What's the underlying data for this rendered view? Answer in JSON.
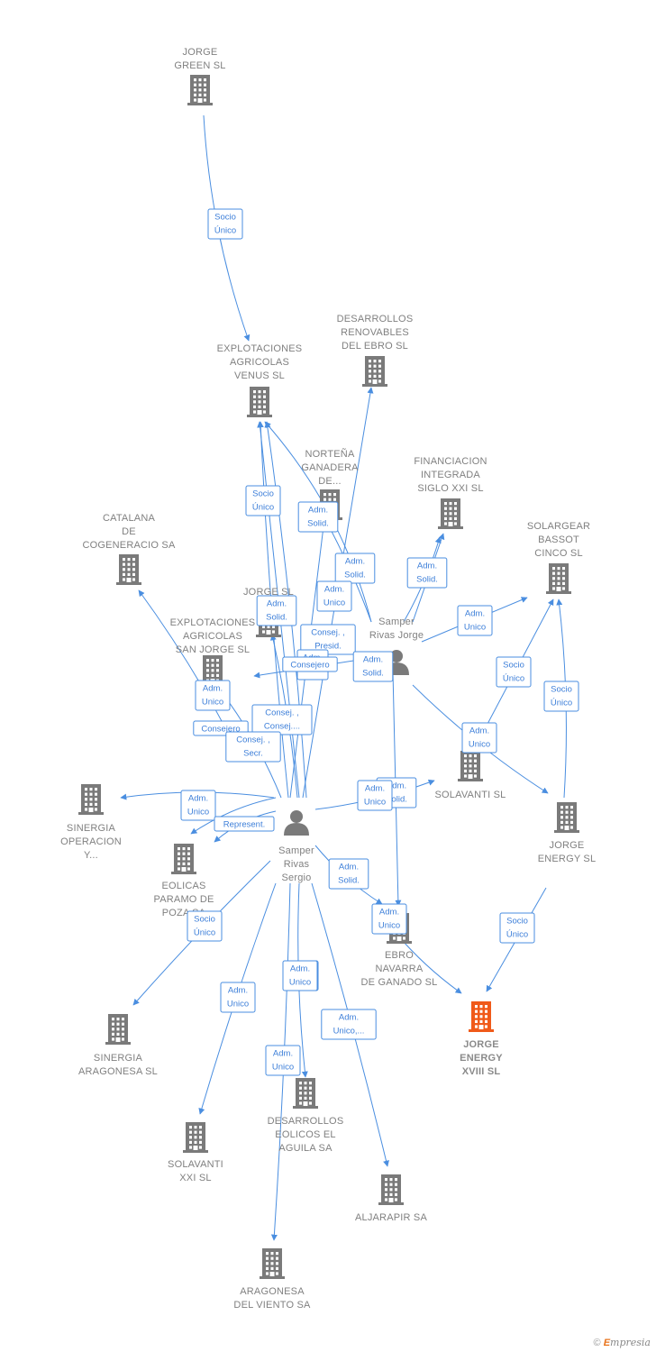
{
  "colors": {
    "edge": "#4a8ee0",
    "node": "#7a7a7a",
    "focus": "#f05a1a"
  },
  "nodes": [
    {
      "id": "jorge_green",
      "type": "company",
      "lines": [
        "JORGE",
        "GREEN  SL"
      ]
    },
    {
      "id": "explot_venus",
      "type": "company",
      "lines": [
        "EXPLOTACIONES",
        "AGRICOLAS",
        "VENUS  SL"
      ]
    },
    {
      "id": "desarrollos_ebro",
      "type": "company",
      "lines": [
        "DESARROLLOS",
        "RENOVABLES",
        "DEL EBRO SL"
      ]
    },
    {
      "id": "nortena",
      "type": "company",
      "lines": [
        "NORTEÑA",
        "GANADERA",
        "DE..."
      ]
    },
    {
      "id": "financiacion",
      "type": "company",
      "lines": [
        "FINANCIACION",
        "INTEGRADA",
        "SIGLO XXI  SL"
      ]
    },
    {
      "id": "catalana",
      "type": "company",
      "lines": [
        "CATALANA",
        "DE",
        "COGENERACIO SA"
      ]
    },
    {
      "id": "solargear",
      "type": "company",
      "lines": [
        "SOLARGEAR",
        "BASSOT",
        "CINCO SL"
      ]
    },
    {
      "id": "jorge_sl",
      "type": "company",
      "lines": [
        "JORGE SL"
      ]
    },
    {
      "id": "explot_sanjorge",
      "type": "company",
      "lines": [
        "EXPLOTACIONES",
        "AGRICOLAS",
        "SAN JORGE SL"
      ]
    },
    {
      "id": "samper_jorge",
      "type": "person",
      "lines": [
        "Samper",
        "Rivas Jorge"
      ]
    },
    {
      "id": "solavanti_sl",
      "type": "company",
      "lines": [
        "SOLAVANTI SL"
      ]
    },
    {
      "id": "sinergia_op",
      "type": "company",
      "lines": [
        "SINERGIA",
        "OPERACION",
        "Y..."
      ]
    },
    {
      "id": "samper_sergio",
      "type": "person",
      "lines": [
        "Samper",
        "Rivas",
        "Sergio"
      ]
    },
    {
      "id": "eolicas",
      "type": "company",
      "lines": [
        "EOLICAS",
        "PARAMO DE",
        "POZA SA"
      ]
    },
    {
      "id": "jorge_energy",
      "type": "company",
      "lines": [
        "JORGE",
        "ENERGY SL"
      ]
    },
    {
      "id": "ebro_navarra",
      "type": "company",
      "lines": [
        "EBRO",
        "NAVARRA",
        "DE GANADO SL"
      ]
    },
    {
      "id": "jorge_energy_xviii",
      "type": "focus",
      "lines": [
        "JORGE",
        "ENERGY",
        "XVIII  SL"
      ]
    },
    {
      "id": "sinergia_arag",
      "type": "company",
      "lines": [
        "SINERGIA",
        "ARAGONESA SL"
      ]
    },
    {
      "id": "desarrollos_aguila",
      "type": "company",
      "lines": [
        "DESARROLLOS",
        "EOLICOS EL",
        "AGUILA SA"
      ]
    },
    {
      "id": "solavanti_xxi",
      "type": "company",
      "lines": [
        "SOLAVANTI",
        "XXI SL"
      ]
    },
    {
      "id": "aljarapir",
      "type": "company",
      "lines": [
        "ALJARAPIR SA"
      ]
    },
    {
      "id": "aragonesa_viento",
      "type": "company",
      "lines": [
        "ARAGONESA",
        "DEL VIENTO SA"
      ]
    }
  ],
  "edge_labels": [
    {
      "id": "e_green_venus",
      "lines": [
        "Socio",
        "Único"
      ]
    },
    {
      "id": "e_socio_unico_mid",
      "lines": [
        "Socio",
        "Único"
      ]
    },
    {
      "id": "e_adm_solid_nortena",
      "lines": [
        "Adm.",
        "Solid."
      ]
    },
    {
      "id": "e_adm_solid_desarrollos",
      "lines": [
        "Adm.",
        "Solid."
      ]
    },
    {
      "id": "e_adm_solid_financ",
      "lines": [
        "Adm.",
        "Solid."
      ]
    },
    {
      "id": "e_adm_unico_solargear",
      "lines": [
        "Adm.",
        "Unico"
      ]
    },
    {
      "id": "e_adm_unico_center",
      "lines": [
        "Adm.",
        "Unico"
      ]
    },
    {
      "id": "e_adm_solid_jorgesl",
      "lines": [
        "Adm.",
        "Solid."
      ]
    },
    {
      "id": "e_consej_presid",
      "lines": [
        "Consej. ,",
        "Presid."
      ]
    },
    {
      "id": "e_adm_hidden",
      "lines": [
        "Adm.",
        ""
      ]
    },
    {
      "id": "e_consejero_1",
      "lines": [
        "Consejero"
      ]
    },
    {
      "id": "e_adm_solid_jorge",
      "lines": [
        "Adm.",
        "Solid."
      ]
    },
    {
      "id": "e_adm_unico_sanjorge",
      "lines": [
        "Adm.",
        "Unico"
      ]
    },
    {
      "id": "e_consej_consej",
      "lines": [
        "Consej. ,",
        "Consej...."
      ]
    },
    {
      "id": "e_consejero_2",
      "lines": [
        "Consejero"
      ]
    },
    {
      "id": "e_consej_secr",
      "lines": [
        "Consej. ,",
        "Secr."
      ]
    },
    {
      "id": "e_socio_unico_solargear1",
      "lines": [
        "Socio",
        "Único"
      ]
    },
    {
      "id": "e_socio_unico_solargear2",
      "lines": [
        "Socio",
        "Único"
      ]
    },
    {
      "id": "e_adm_unico_solavanti",
      "lines": [
        "Adm.",
        "Unico"
      ]
    },
    {
      "id": "e_socio_unico_energy",
      "lines": [
        "Socio",
        "Único"
      ]
    },
    {
      "id": "e_adm_solid_solavanti",
      "lines": [
        "Adm.",
        "Solid."
      ]
    },
    {
      "id": "e_adm_unico_solavanti2",
      "lines": [
        "Adm.",
        "Unico"
      ]
    },
    {
      "id": "e_adm_unico_sinergia",
      "lines": [
        "Adm.",
        "Unico"
      ]
    },
    {
      "id": "e_represent",
      "lines": [
        "Represent."
      ]
    },
    {
      "id": "e_adm_solid_ebro",
      "lines": [
        "Adm.",
        "Solid."
      ]
    },
    {
      "id": "e_adm_unico_ebro",
      "lines": [
        "Adm.",
        "Unico"
      ]
    },
    {
      "id": "e_socio_unico_xviii",
      "lines": [
        "Socio",
        "Único"
      ]
    },
    {
      "id": "e_adm_unico_arag",
      "lines": [
        "Adm.",
        "Unico"
      ]
    },
    {
      "id": "e_adm_unico_aguila",
      "lines": [
        "Adm.",
        "Unico"
      ]
    },
    {
      "id": "e_adm_unico_solxxi",
      "lines": [
        "Adm.",
        "Unico"
      ]
    },
    {
      "id": "e_adm_unico_aljarapir",
      "lines": [
        "Adm.",
        "Unico,..."
      ]
    },
    {
      "id": "e_adm_unico_viento",
      "lines": [
        "Adm.",
        "Unico"
      ]
    }
  ],
  "brand": {
    "copyright": "©",
    "name_initial": "E",
    "name_rest": "mpresia"
  }
}
